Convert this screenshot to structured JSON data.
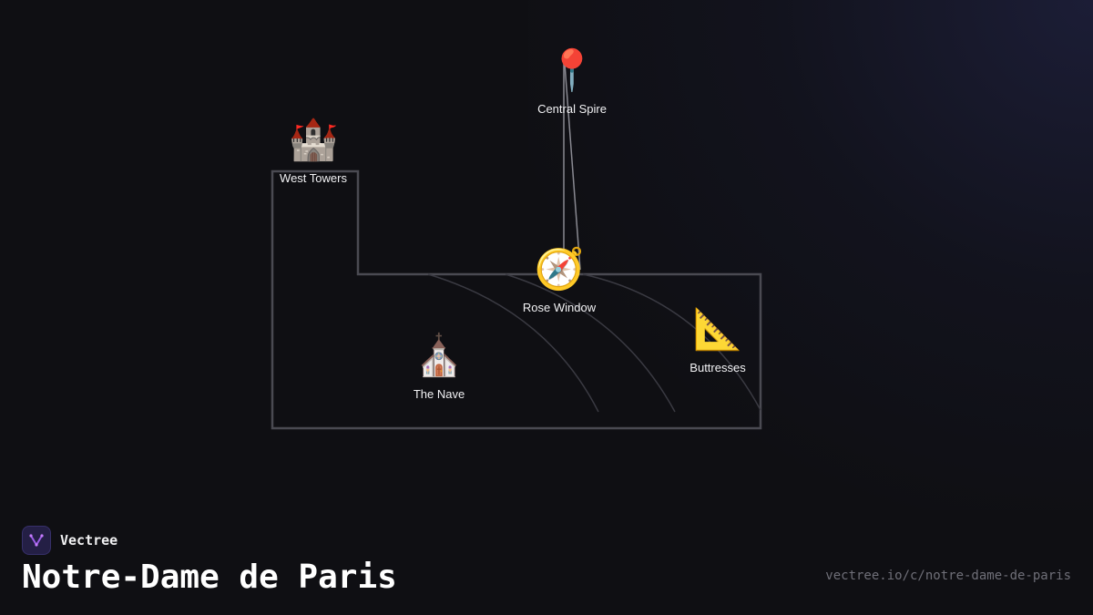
{
  "diagram": {
    "nodes": [
      {
        "id": "west-towers",
        "label": "West Towers",
        "icon": "castle-icon",
        "glyph": "🏰"
      },
      {
        "id": "central-spire",
        "label": "Central Spire",
        "icon": "pin-icon",
        "glyph": "📍"
      },
      {
        "id": "rose-window",
        "label": "Rose Window",
        "icon": "compass-icon",
        "glyph": "🧭"
      },
      {
        "id": "the-nave",
        "label": "The Nave",
        "icon": "church-icon",
        "glyph": "⛪"
      },
      {
        "id": "buttresses",
        "label": "Buttresses",
        "icon": "triangular-ruler-icon",
        "glyph": "📐"
      }
    ],
    "edges": [
      {
        "from": "central-spire",
        "to": "rose-window"
      }
    ],
    "colors": {
      "outline": "#4a4a52",
      "edge": "#8a8a92",
      "label": "#f2f2f4",
      "background": "#0f0f13"
    }
  },
  "footer": {
    "brand_name": "Vectree",
    "brand_logo_icon": "vectree-logo-icon",
    "title": "Notre-Dame de Paris",
    "url": "vectree.io/c/notre-dame-de-paris",
    "accent_color": "#9b5de5"
  }
}
